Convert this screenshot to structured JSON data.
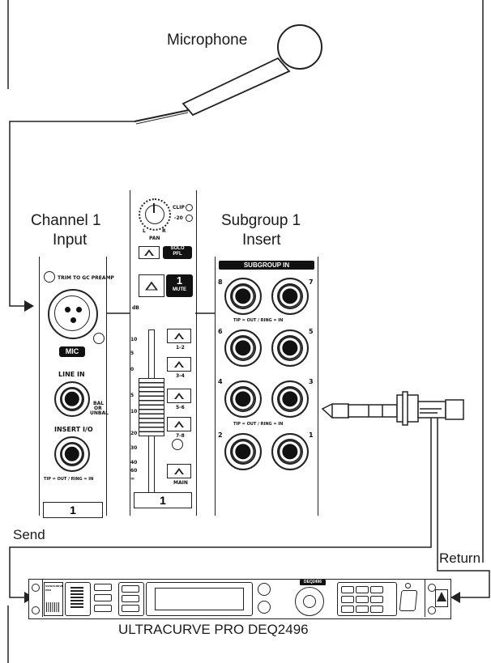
{
  "labels": {
    "microphone": "Microphone",
    "channel_line1": "Channel 1",
    "channel_line2": "Input",
    "subgroup_line1": "Subgroup 1",
    "subgroup_line2": "Insert",
    "send": "Send",
    "return": "Return",
    "device": "ULTRACURVE PRO DEQ2496"
  },
  "channel_strip": {
    "xlr_label": "TRIM TO GC PREAMP",
    "mic_badge": "MIC",
    "line_in": "LINE IN",
    "bal": "BAL",
    "or": "OR",
    "unbal": "UNBAL",
    "insert": "INSERT I/O",
    "insert_note": "TIP = OUT / RING = IN",
    "number": "1"
  },
  "fader_strip": {
    "clip": "CLIP",
    "minus20": "-20",
    "pan": "PAN",
    "pan_l": "L",
    "pan_r": "R",
    "solo": "SOLO",
    "pfl": "PFL",
    "mute_num": "1",
    "mute": "MUTE",
    "db": "dB",
    "scale": [
      "10",
      "5",
      "0",
      "5",
      "10",
      "20",
      "30",
      "40",
      "60",
      "∞"
    ],
    "routing": [
      "1-2",
      "3-4",
      "5-6",
      "7-8",
      "MAIN"
    ],
    "number": "1"
  },
  "subgroup_panel": {
    "header": "SUBGROUP IN",
    "note_upper": "TIP = OUT / RING = IN",
    "note_lower": "TIP = OUT / RING = IN",
    "jack_numbers": [
      "8",
      "7",
      "6",
      "5",
      "4",
      "3",
      "2",
      "1"
    ]
  },
  "rack_unit": {
    "badge": "DEQ2496",
    "brand_lines": [
      "ULTRACURVE",
      "PRO"
    ]
  }
}
